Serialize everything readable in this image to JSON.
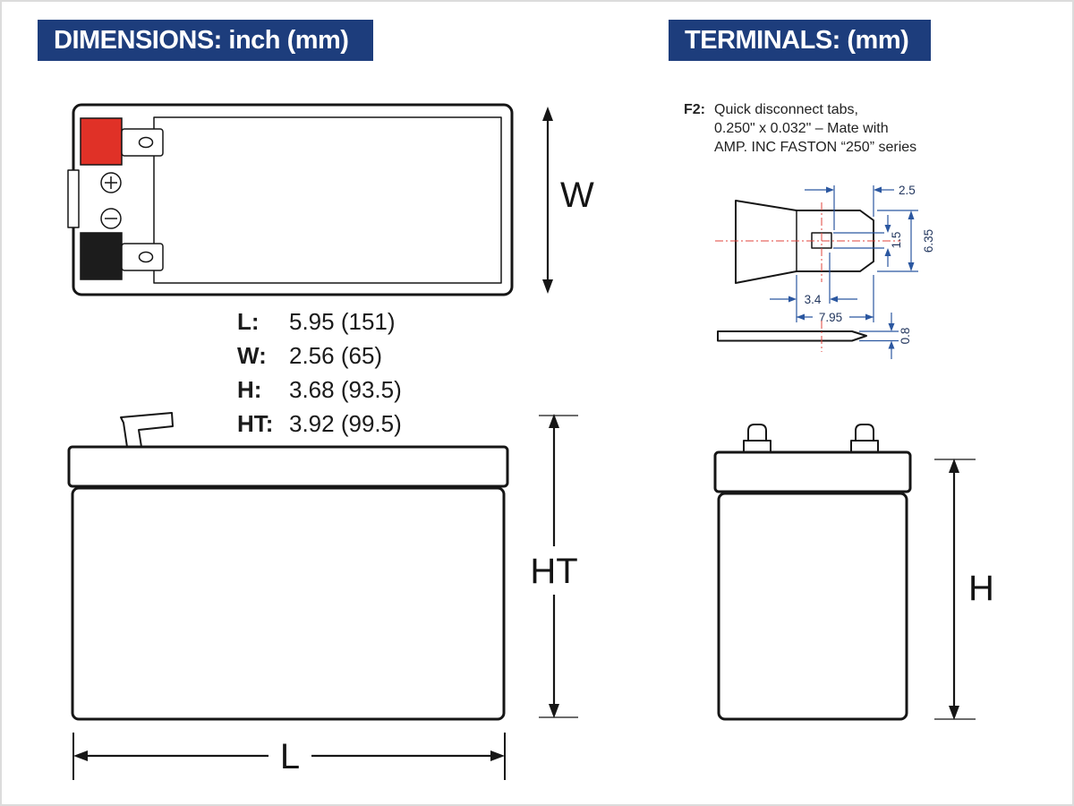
{
  "colors": {
    "header_bg": "#1d3d7c",
    "header_text": "#ffffff",
    "terminal_red": "#e03127",
    "terminal_black": "#1c1c1c",
    "line_black": "#161616",
    "dim_blue": "#2b57a0",
    "centerline_red": "#e0453c",
    "dim_text": "#22365e"
  },
  "headers": {
    "dimensions": "DIMENSIONS: inch (mm)",
    "terminals": "TERMINALS: (mm)"
  },
  "spec_list": {
    "rows": [
      {
        "label": "L:",
        "value": "5.95 (151)"
      },
      {
        "label": "W:",
        "value": "2.56 (65)"
      },
      {
        "label": "H:",
        "value": "3.68 (93.5)"
      },
      {
        "label": "HT:",
        "value": "3.92 (99.5)"
      }
    ]
  },
  "dim_labels": {
    "w": "W",
    "ht": "HT",
    "l": "L",
    "h": "H"
  },
  "f2_note": {
    "label": "F2:",
    "line1": "Quick disconnect tabs,",
    "line2": "0.250\" x 0.032\" – Mate with",
    "line3": "AMP. INC FASTON “250” series"
  },
  "terminal_dims": {
    "tab_width": "2.5",
    "tab_height": "6.35",
    "dimple": "1.5",
    "dimple_offset": "3.4",
    "tab_length": "7.95",
    "thickness": "0.8"
  }
}
